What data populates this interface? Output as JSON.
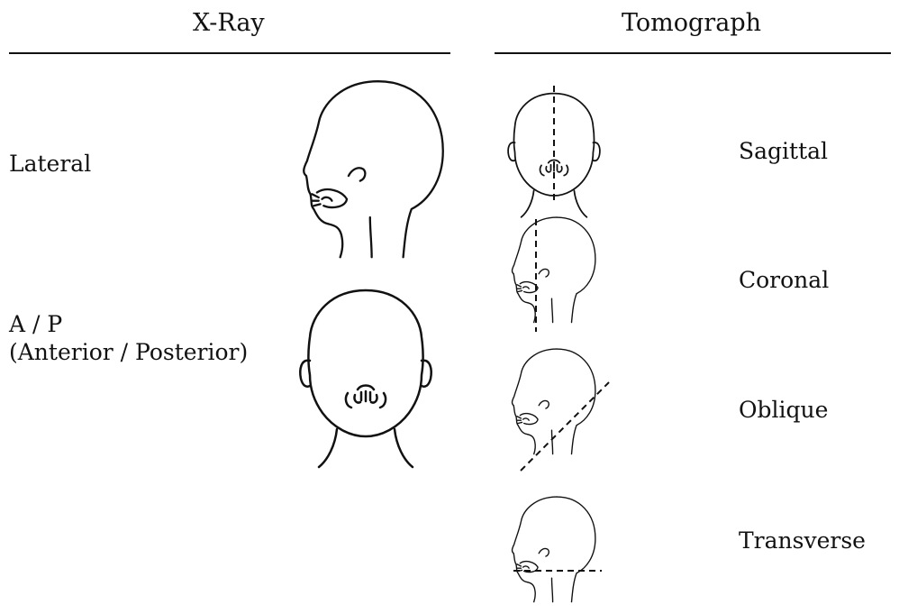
{
  "headers": {
    "xray": "X-Ray",
    "tomograph": "Tomograph"
  },
  "xray_views": [
    {
      "label": "Lateral"
    },
    {
      "label": "A / P",
      "sublabel": "(Anterior / Posterior)"
    }
  ],
  "tomograph_planes": [
    {
      "label": "Sagittal"
    },
    {
      "label": "Coronal"
    },
    {
      "label": "Oblique"
    },
    {
      "label": "Transverse"
    }
  ]
}
